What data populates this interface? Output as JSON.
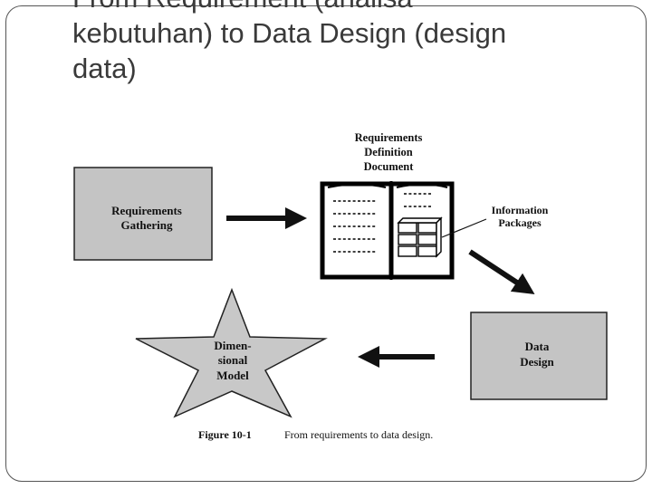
{
  "slide": {
    "title": "From Requirement (analisa\nkebutuhan) to Data Design (design\ndata)"
  },
  "figure": {
    "requirements_gathering": [
      "Requirements",
      "Gathering"
    ],
    "requirements_document": [
      "Requirements",
      "Definition",
      "Document"
    ],
    "information_packages": [
      "Information",
      "Packages"
    ],
    "data_design": [
      "Data",
      "Design"
    ],
    "dimensional_model": [
      "Dimen-",
      "sional",
      "Model"
    ],
    "caption_number": "Figure 10-1",
    "caption_text": "From requirements to data design."
  },
  "colors": {
    "box_fill": "#c4c4c4",
    "star_fill": "#c8c8c8",
    "arrow": "#111111",
    "title_text": "#3a3a3a"
  }
}
